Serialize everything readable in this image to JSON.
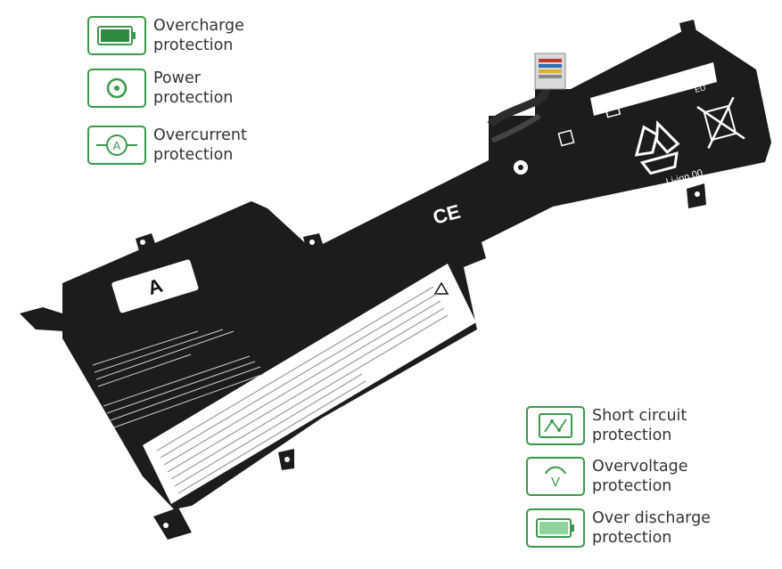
{
  "features": [
    {
      "line1": "Overcharge",
      "line2": "protection",
      "icon": "battery-full-icon"
    },
    {
      "line1": "Power",
      "line2": "protection",
      "icon": "power-icon"
    },
    {
      "line1": "Overcurrent",
      "line2": "protection",
      "icon": "ammeter-icon"
    },
    {
      "line1": "Short circuit",
      "line2": "protection",
      "icon": "circuit-board-icon"
    },
    {
      "line1": "Overvoltage",
      "line2": "protection",
      "icon": "voltage-icon"
    },
    {
      "line1": "Over discharge",
      "line2": "protection",
      "icon": "battery-low-icon"
    }
  ],
  "battery": {
    "cell_label": "A",
    "ce_mark": "CE",
    "recycle_text": "Li-ion 00",
    "eu_text": "EU",
    "colors": {
      "body": "#1c1c1e",
      "accent": "#3a9a4a"
    }
  }
}
